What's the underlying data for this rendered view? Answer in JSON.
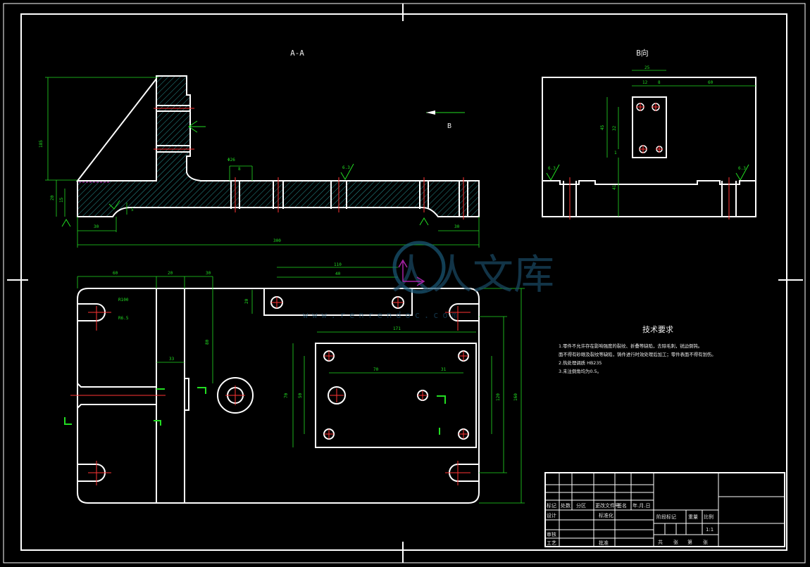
{
  "views": {
    "section_title": "A-A",
    "view_b_title": "B向",
    "arrow_label": "B"
  },
  "dimensions": {
    "overall_length": "300",
    "left_height": "185",
    "left_step_1": "20",
    "left_step_2": "15",
    "bottom_left": "30",
    "bottom_right": "30",
    "small_5": "5",
    "phi_slot": "Φ26",
    "slot_8": "8",
    "plan_top_60": "60",
    "plan_top_20": "20",
    "plan_top_30": "30",
    "plan_110": "110",
    "plan_40": "40",
    "plan_20": "20",
    "plan_171": "171",
    "plan_80": "80",
    "plan_33": "33",
    "plan_70": "70",
    "plan_31": "31",
    "plan_120": "120",
    "plan_160": "160",
    "plan_left_70": "70",
    "plan_left_50": "50",
    "r_label": "R100",
    "r_small": "R6.5",
    "b_25": "25",
    "b_12": "12",
    "b_8": "8",
    "b_60": "60",
    "b_45": "45",
    "b_32": "32",
    "b_41": "41",
    "b_1": "1",
    "roughness": "6.3"
  },
  "watermark": {
    "text": "人人文库",
    "url": "www.renrendoc.com"
  },
  "technical_requirements": {
    "title": "技术要求",
    "items": [
      "1.零件不允许存在影响强度的裂纹、折叠等缺陷，去除毛刺，锐边倒钝。",
      "面不得有砂眼及裂纹等缺陷，铸件进行时效处理后加工；零件表面不得有划伤。",
      "2.热处理调质 HB235",
      "3.未注倒角均为0.5。"
    ]
  },
  "title_block": {
    "row_labels": [
      "标记",
      "处数",
      "分区",
      "更改文件号",
      "签名",
      "年.月.日"
    ],
    "design": "设计",
    "standardize": "标准化",
    "check": "审核",
    "process": "工艺",
    "approve": "批准",
    "stage_mark": "阶段标记",
    "weight": "重量",
    "scale_label": "比例",
    "scale_value": "1:1",
    "sheet_total": "共",
    "sheet_label": "张",
    "sheet_no": "第",
    "sheet_label2": "张"
  }
}
